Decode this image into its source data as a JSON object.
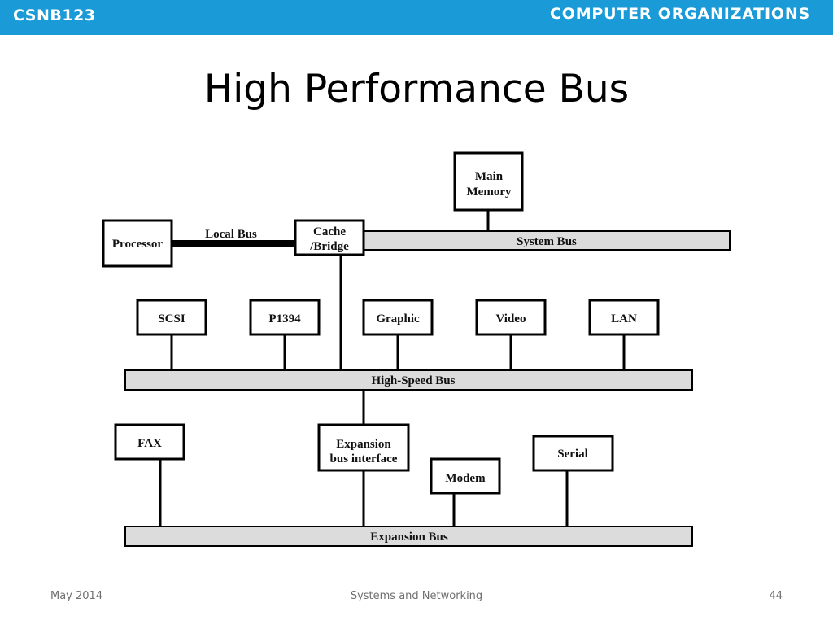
{
  "header": {
    "course_code": "CSNB123",
    "course_name": "COMPUTER ORGANIZATIONS",
    "bar_color": "#1a9bd7"
  },
  "slide": {
    "title": "High Performance Bus"
  },
  "diagram": {
    "buses": {
      "local": "Local Bus",
      "system": "System Bus",
      "high_speed": "High-Speed Bus",
      "expansion": "Expansion Bus"
    },
    "nodes": {
      "main_memory": [
        "Main",
        "Memory"
      ],
      "processor": "Processor",
      "cache_bridge": [
        "Cache",
        "/Bridge"
      ],
      "scsi": "SCSI",
      "p1394": "P1394",
      "graphic": "Graphic",
      "video": "Video",
      "lan": "LAN",
      "fax": "FAX",
      "expansion_interface": [
        "Expansion",
        "bus interface"
      ],
      "modem": "Modem",
      "serial": "Serial"
    }
  },
  "footer": {
    "date": "May 2014",
    "topic": "Systems and Networking",
    "page_number": "44"
  }
}
